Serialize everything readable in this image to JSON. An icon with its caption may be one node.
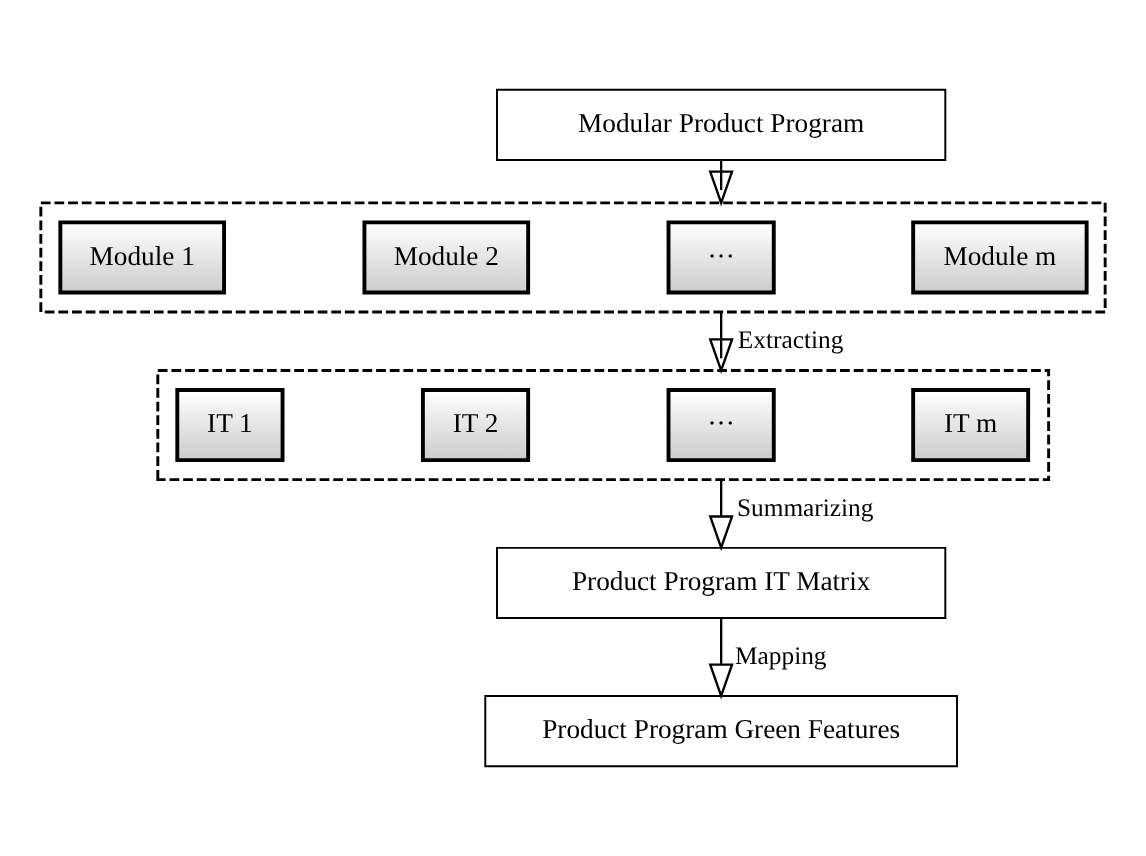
{
  "diagram": {
    "nodes": [
      {
        "text": [
          "Modular Product Program"
        ]
      },
      {
        "text": [],
        "shape": "box"
      },
      {
        "text": [
          "Module 1"
        ],
        "in": 1
      },
      {
        "text": [
          "Module 2"
        ],
        "in": 1
      },
      {
        "text": [
          "···"
        ],
        "in": 1
      },
      {
        "text": [
          "Module m"
        ],
        "in": 1
      },
      {
        "text": [],
        "shape": "box"
      },
      {
        "text": [
          "IT 1"
        ],
        "in": 6
      },
      {
        "text": [
          "IT 2"
        ],
        "in": 6
      },
      {
        "text": [
          "···"
        ],
        "in": 6
      },
      {
        "text": [
          "IT m"
        ],
        "in": 6
      },
      {
        "text": [
          "Product Program IT Matrix"
        ]
      },
      {
        "text": [
          "Product Program Green Features"
        ]
      }
    ],
    "edges": [
      {
        "from": 0,
        "to": 1,
        "arrow": "to"
      },
      {
        "from": 1,
        "to": 6,
        "arrow": "to",
        "label": "Extracting"
      },
      {
        "from": 6,
        "to": 11,
        "arrow": "to",
        "label": "Summarizing"
      },
      {
        "from": 11,
        "to": 12,
        "arrow": "to",
        "label": "Mapping"
      }
    ]
  }
}
